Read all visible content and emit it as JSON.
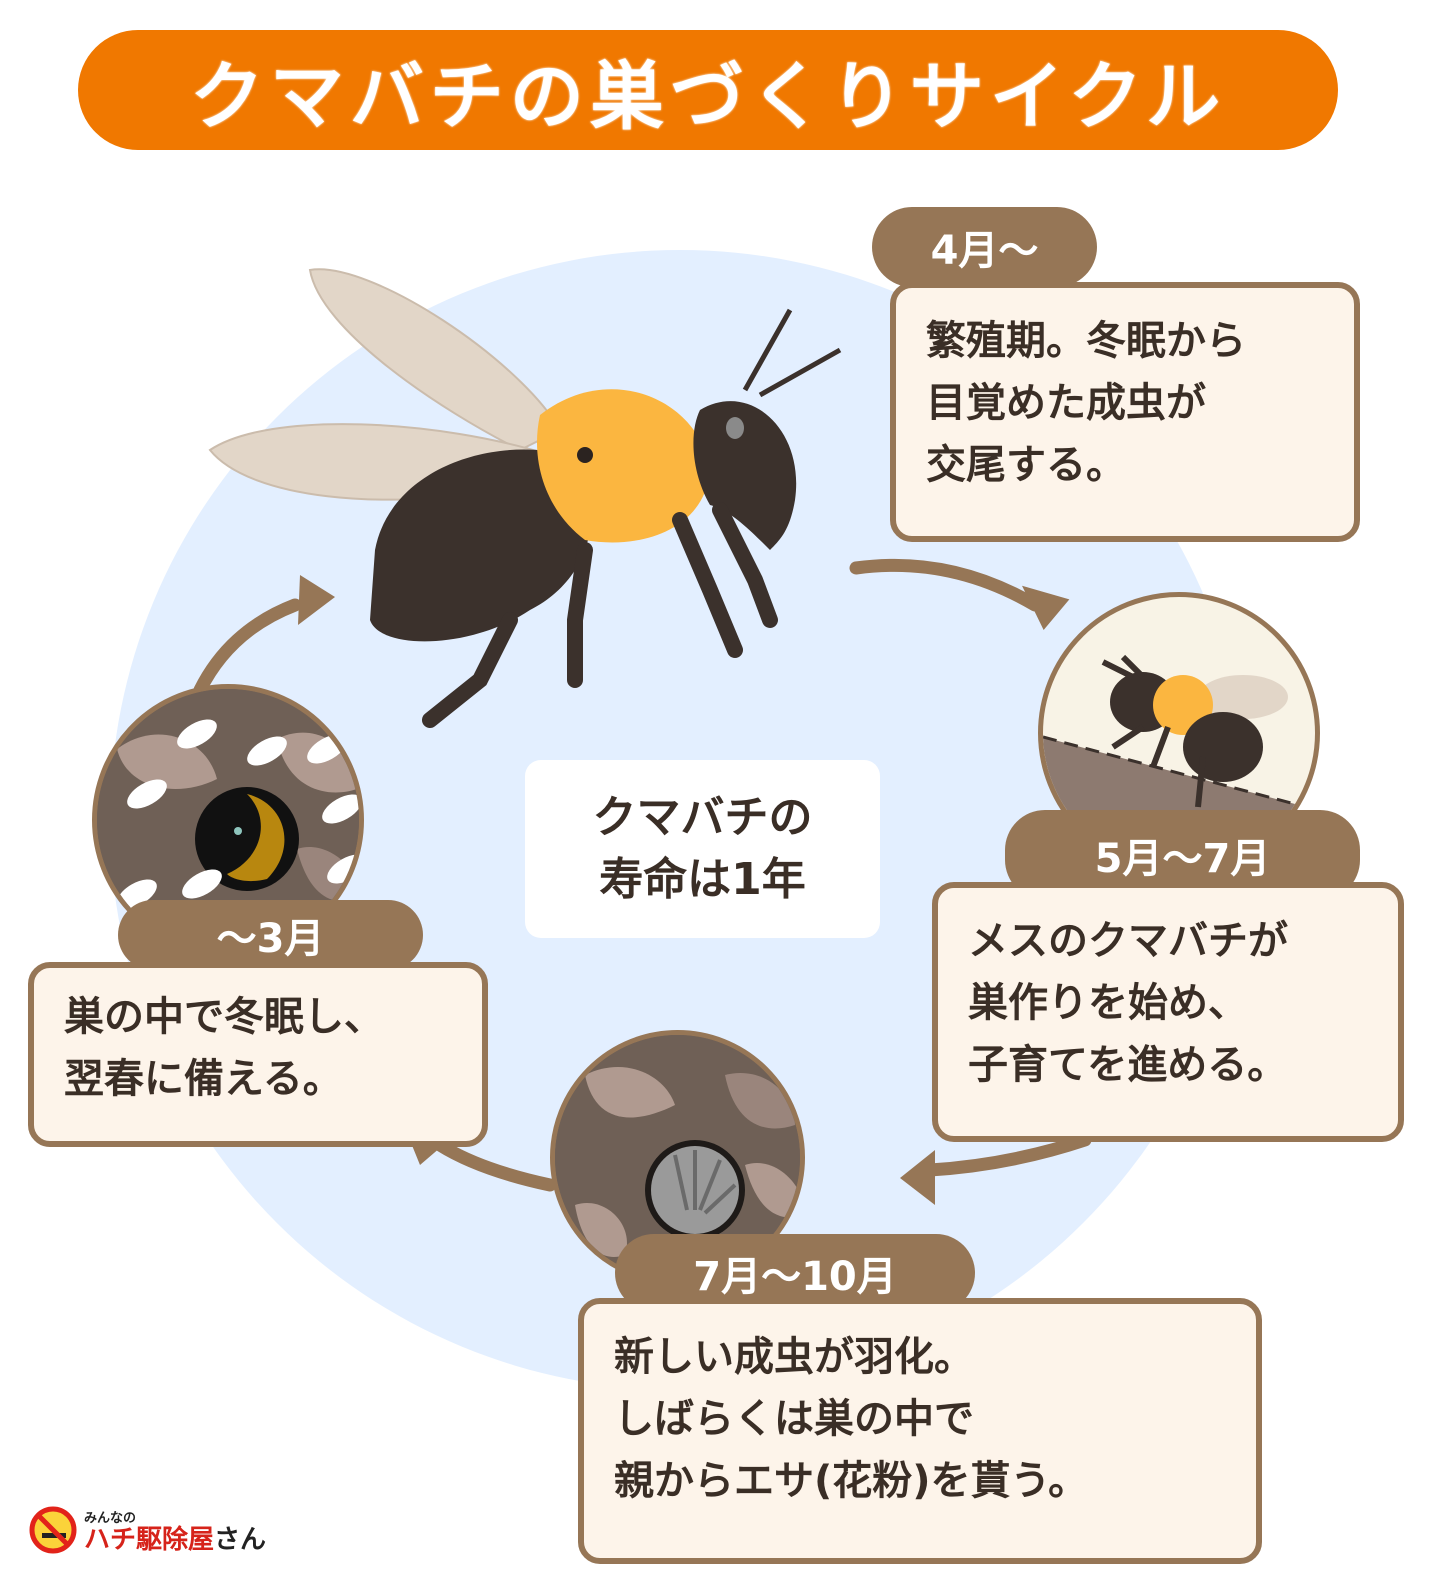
{
  "title": "クマバチの巣づくりサイクル",
  "center_note": {
    "line1": "クマバチの",
    "line2": "寿命は1年"
  },
  "stages": [
    {
      "period": "4月〜",
      "lines": [
        "繁殖期。冬眠から",
        "目覚めた成虫が",
        "交尾する。"
      ],
      "illustration": "adult-carpenter-bee"
    },
    {
      "period": "5月〜7月",
      "lines": [
        "メスのクマバチが",
        "巣作りを始め、",
        "子育てを進める。"
      ],
      "illustration": "bee-boring-wood"
    },
    {
      "period": "7月〜10月",
      "lines": [
        "新しい成虫が羽化。",
        "しばらくは巣の中で",
        "親からエサ(花粉)を貰う。"
      ],
      "illustration": "sealed-nest-hole"
    },
    {
      "period": "〜3月",
      "lines": [
        "巣の中で冬眠し、",
        "翌春に備える。"
      ],
      "illustration": "bee-hibernating-in-hole-snow"
    }
  ],
  "logo": {
    "small": "みんなの",
    "main_red": "ハチ駆除屋",
    "main_black": "さん"
  },
  "colors": {
    "title_bg": "#f07800",
    "tag_bg": "#967656",
    "card_bg": "#fdf4ea",
    "circle_bg": "#e3efff",
    "text": "#3a2e26",
    "bee_yellow": "#fbb640",
    "bee_black": "#3b312c"
  }
}
